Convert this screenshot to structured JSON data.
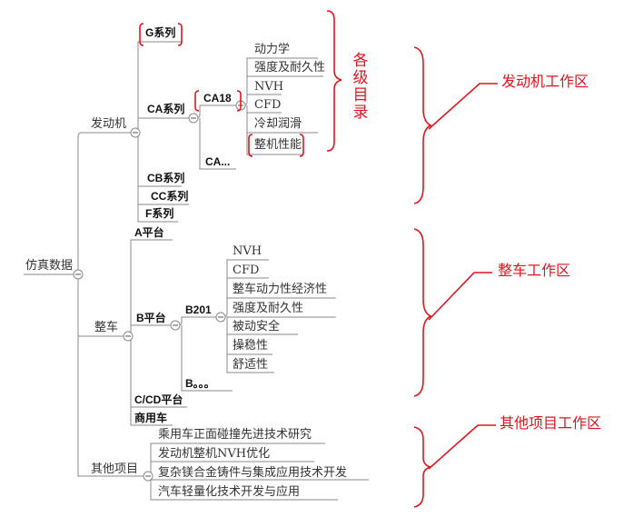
{
  "root": "仿真数据",
  "engine": {
    "label": "发动机",
    "series": {
      "g": "G系列",
      "ca": "CA系列",
      "cb": "CB系列",
      "cc": "CC系列",
      "f": "F系列"
    },
    "ca18": {
      "label": "CA18",
      "items": [
        "动力学",
        "强度及耐久性",
        "NVH",
        "CFD",
        "冷却润滑",
        "整机性能"
      ]
    },
    "ca_more": "CA..."
  },
  "vehicle": {
    "label": "整车",
    "a": "A平台",
    "b": "B平台",
    "b201": {
      "label": "B201",
      "items": [
        "NVH",
        "CFD",
        "整车动力性经济性",
        "强度及耐久性",
        "被动安全",
        "操稳性",
        "舒适性"
      ]
    },
    "b_more": "B。。。",
    "ccd": "C/CD平台",
    "commercial": "商用车"
  },
  "other": {
    "label": "其他项目",
    "items": [
      "乘用车正面碰撞先进技术研究",
      "发动机整机NVH优化",
      "复杂镁合金铸件与集成应用技术开发",
      "汽车轻量化技术开发与应用"
    ]
  },
  "annotations": {
    "levels": "各级目录",
    "zone_engine": "发动机工作区",
    "zone_vehicle": "整车工作区",
    "zone_other": "其他项目工作区",
    "collapse_symbol": "−"
  },
  "colors": {
    "line": "#8a8a8a",
    "accent": "#e0141e",
    "text": "#333333"
  }
}
